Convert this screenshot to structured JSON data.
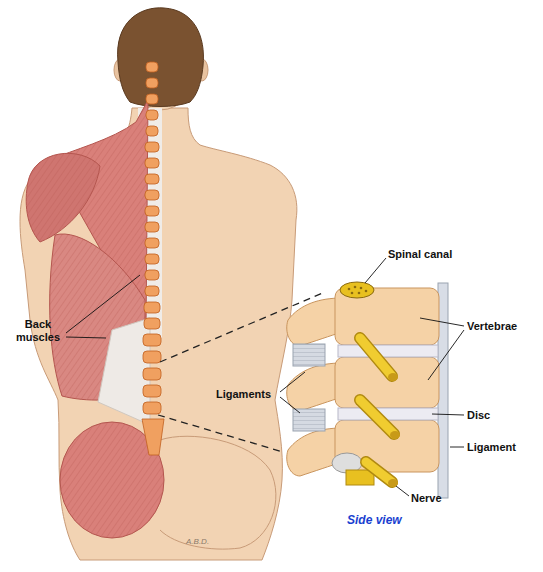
{
  "diagram": {
    "labels": [
      "Back muscles",
      "Spinal canal",
      "Vertebrae",
      "Ligaments",
      "Disc",
      "Ligament",
      "Nerve",
      "Side view",
      "A.B.D."
    ]
  }
}
